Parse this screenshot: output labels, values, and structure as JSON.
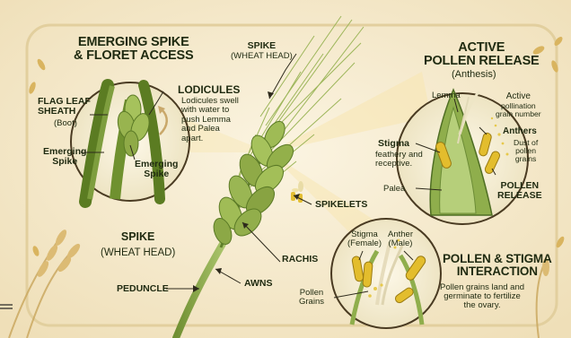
{
  "emerging": {
    "title_line1": "EMERGING SPIKE",
    "title_line2": "& FLORET ACCESS",
    "flag_leaf_line1": "FLAG LEAF",
    "flag_leaf_line2": "SHEATH",
    "flag_leaf_note": "(Boot)",
    "emerging_spike_left_1": "Emerging",
    "emerging_spike_left_2": "Spike",
    "emerging_spike_right_1": "Emerging",
    "emerging_spike_right_2": "Spike",
    "lodicules_title": "LODICULES",
    "lodicules_text_1": "Lodicules swell",
    "lodicules_text_2": "with water to",
    "lodicules_text_3": "push Lemma",
    "lodicules_text_4": "and Palea",
    "lodicules_text_5": "apart."
  },
  "center": {
    "spike_top_1": "SPIKE",
    "spike_top_2": "(WHEAT HEAD)",
    "spikelets": "SPIKELETS",
    "rachis": "RACHIS",
    "awns": "AWNS",
    "peduncle": "PEDUNCLE",
    "spike_left_1": "SPIKE",
    "spike_left_2": "(WHEAT HEAD)"
  },
  "pollen_release": {
    "title_line1": "ACTIVE",
    "title_line2": "POLLEN RELEASE",
    "subtitle": "(Anthesis)",
    "lemma": "Lemma",
    "active_1": "Active",
    "active_2": "pollination",
    "active_3": "grain number",
    "anthers": "Anthers",
    "dust_1": "Dust of",
    "dust_2": "pollen",
    "dust_3": "grains",
    "stigma": "Stigma",
    "stigma_desc_1": "feathery and",
    "stigma_desc_2": "receptive.",
    "palea": "Palea",
    "release_1": "POLLEN",
    "release_2": "RELEASE"
  },
  "interaction": {
    "stigma_1": "Stigma",
    "stigma_2": "(Female)",
    "anther_1": "Anther",
    "anther_2": "(Male)",
    "grains_1": "Pollen",
    "grains_2": "Grains",
    "title_line1": "POLLEN & STIGMA",
    "title_line2": "INTERACTION",
    "text_1": "Pollen grains land and",
    "text_2": "germinate to fertilize",
    "text_3": "the ovary."
  },
  "colors": {
    "background": "#f6ecd2",
    "wheat_green": "#8fae4c",
    "dark_green": "#4f6e24",
    "anther_yellow": "#e3bd2d",
    "circle_border": "#4a3b22"
  }
}
